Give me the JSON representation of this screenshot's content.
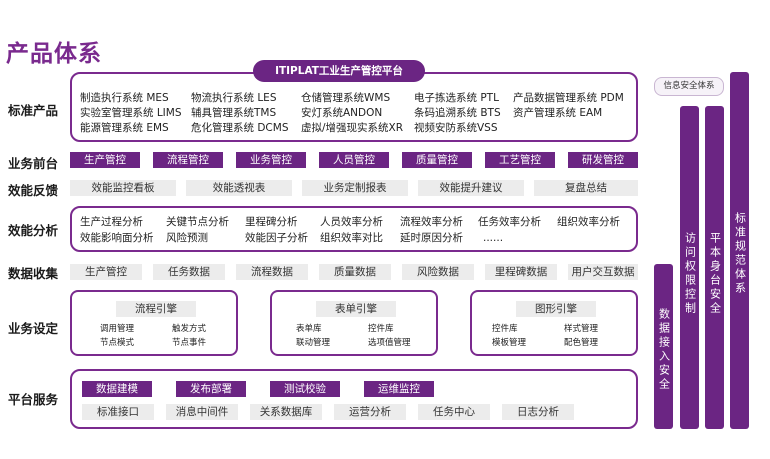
{
  "title": "产品体系",
  "rows": {
    "standard": "标准产品",
    "frontend": "业务前台",
    "feedback": "效能反馈",
    "analysis": "效能分析",
    "collect": "数据收集",
    "setting": "业务设定",
    "platform": "平台服务"
  },
  "standard_banner": "ITIPLAT工业生产管控平台",
  "standard_products": [
    [
      "制造执行系统 MES",
      "物流执行系统 LES",
      "仓储管理系统WMS",
      "电子拣选系统 PTL",
      "产品数据管理系统 PDM"
    ],
    [
      "实验室管理系统 LIMS",
      "辅具管理系统TMS",
      "安灯系统ANDON",
      "条码追溯系统 BTS",
      "资产管理系统 EAM"
    ],
    [
      "能源管理系统 EMS",
      "危化管理系统 DCMS",
      "虚拟/增强现实系统XR",
      "视频安防系统VSS"
    ]
  ],
  "frontend": [
    "生产管控",
    "流程管控",
    "业务管控",
    "人员管控",
    "质量管控",
    "工艺管控",
    "研发管控"
  ],
  "feedback": [
    "效能监控看板",
    "效能透视表",
    "业务定制报表",
    "效能提升建议",
    "复盘总结"
  ],
  "analysis": [
    [
      "生产过程分析",
      "关键节点分析",
      "里程碑分析",
      "人员效率分析",
      "流程效率分析",
      "任务效率分析",
      "组织效率分析"
    ],
    [
      "效能影响面分析",
      "风险预测",
      "效能因子分析",
      "组织效率对比",
      "延时原因分析",
      "......"
    ]
  ],
  "collect": [
    "生产管控",
    "任务数据",
    "流程数据",
    "质量数据",
    "风险数据",
    "里程碑数据",
    "用户交互数据"
  ],
  "engines": [
    {
      "title": "流程引擎",
      "items": [
        "调用管理",
        "触发方式",
        "节点模式",
        "节点事件"
      ]
    },
    {
      "title": "表单引擎",
      "items": [
        "表单库",
        "控件库",
        "联动管理",
        "选项值管理"
      ]
    },
    {
      "title": "图形引擎",
      "items": [
        "控件库",
        "样式管理",
        "模板管理",
        "配色管理"
      ]
    }
  ],
  "platform_top": [
    "数据建模",
    "发布部署",
    "测试校验",
    "运维监控"
  ],
  "platform_bottom": [
    "标准接口",
    "消息中间件",
    "关系数据库",
    "运营分析",
    "任务中心",
    "日志分析"
  ],
  "side": {
    "info_security": "信息安全体系",
    "data_access": "数据接入安全",
    "access_control": "访问权限控制",
    "platform_identity": "平本身台安全",
    "standard_spec": "标准规范体系"
  }
}
